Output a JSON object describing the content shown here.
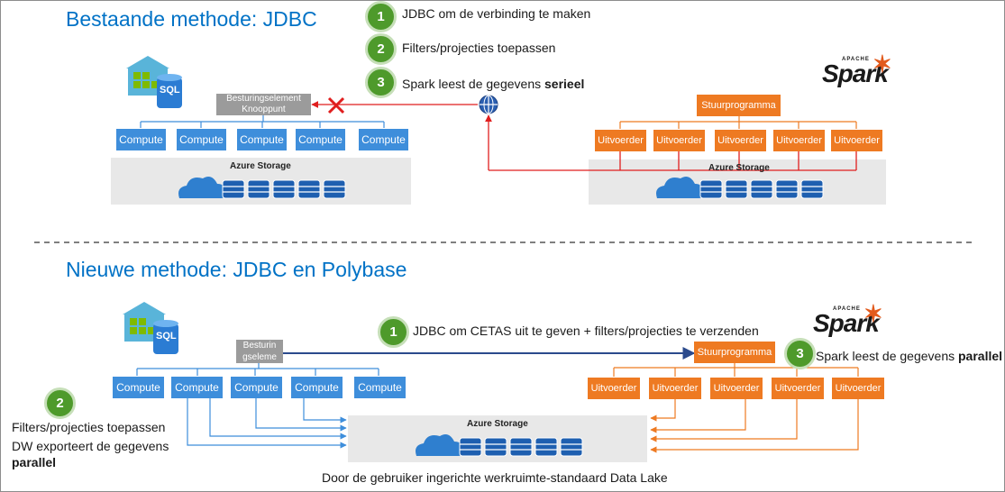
{
  "top": {
    "title": "Bestaande methode: JDBC",
    "steps": [
      {
        "num": "1",
        "text": "JDBC om de verbinding te maken"
      },
      {
        "num": "2",
        "text": "Filters/projecties toepassen"
      },
      {
        "num": "3",
        "text_pre": "Spark leest de gegevens ",
        "text_bold": "serieel"
      }
    ],
    "control_node": [
      "Besturingselement",
      "Knooppunt"
    ],
    "compute_nodes": [
      "Compute",
      "Compute",
      "Compute",
      "Compute",
      "Compute"
    ],
    "storage_left": "Azure Storage",
    "storage_right": "Azure Storage",
    "driver": "Stuurprogramma",
    "executors": [
      "Uitvoerder",
      "Uitvoerder",
      "Uitvoerder",
      "Uitvoerder",
      "Uitvoerder"
    ]
  },
  "bottom": {
    "title": "Nieuwe methode: JDBC en Polybase",
    "step1": {
      "num": "1",
      "text": "JDBC om CETAS uit te geven + filters/projecties te verzenden"
    },
    "step2": {
      "num": "2",
      "line1": "Filters/projecties toepassen",
      "line2": "DW exporteert de gegevens",
      "line3": "parallel"
    },
    "step3": {
      "num": "3",
      "text_pre": "Spark leest de gegevens ",
      "text_bold": "parallel"
    },
    "control_node": [
      "Besturin",
      "gseleme"
    ],
    "compute_nodes": [
      "Compute",
      "Compute",
      "Compute",
      "Compute",
      "Compute"
    ],
    "storage": "Azure Storage",
    "driver": "Stuurprogramma",
    "executors": [
      "Uitvoerder",
      "Uitvoerder",
      "Uitvoerder",
      "Uitvoerder",
      "Uitvoerder"
    ],
    "caption": "Door de gebruiker ingerichte werkruimte-standaard Data Lake"
  },
  "icons": {
    "sql": "SQL",
    "spark_brand": "Spark",
    "spark_apache": "APACHE"
  },
  "colors": {
    "heading": "#0072c6",
    "compute": "#3e8edb",
    "executor": "#ee7a22",
    "badge": "#4e9a2b",
    "error": "#e01e1e",
    "connector": "#2b4a8c"
  }
}
